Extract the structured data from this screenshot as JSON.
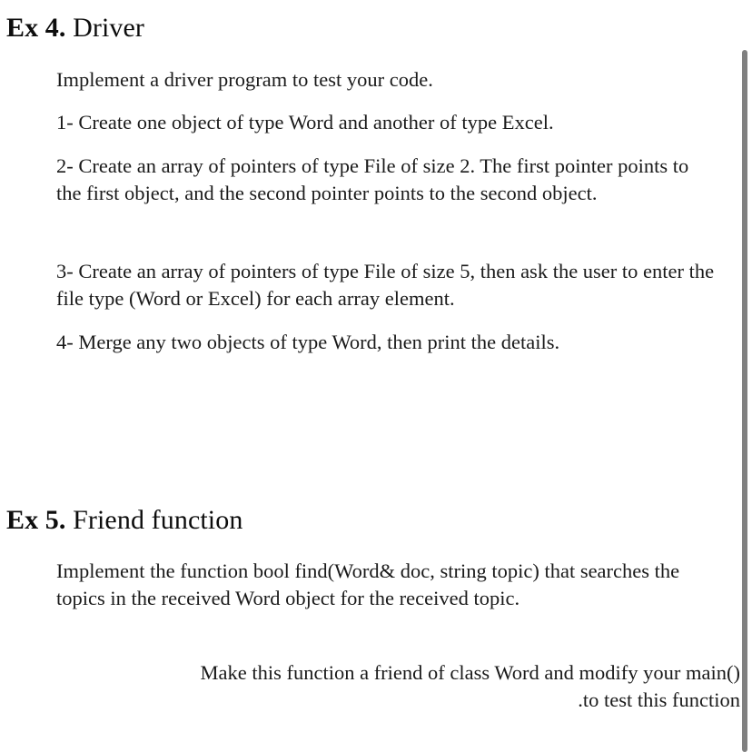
{
  "document": {
    "background_color": "#ffffff",
    "text_color": "#1a1a1a",
    "exercises": [
      {
        "label": "Ex 4.",
        "title": "Driver",
        "paragraphs": [
          "Implement a driver program to test your code.",
          "1- Create one object of type Word and another of type Excel.",
          "2- Create an array of pointers of type File of size 2. The first pointer points to the first object, and the second pointer points to the second object.",
          "3- Create an array of pointers of type File of size 5, then ask the user to enter the file type (Word or Excel) for each array element.",
          "4- Merge any two objects of type Word, then print the details."
        ]
      },
      {
        "label": "Ex 5.",
        "title": "Friend function",
        "paragraphs": [
          "Implement the function bool find(Word& doc, string topic) that searches the topics in the received Word object for the received topic."
        ],
        "closing_paragraph": {
          "line_1": "Make this function a friend of class Word and modify your main()",
          "line_2": ".to test this function"
        }
      }
    ]
  },
  "scrollbar": {
    "thumb_color": "#808080",
    "track_color": "#ffffff",
    "orientation": "vertical"
  }
}
